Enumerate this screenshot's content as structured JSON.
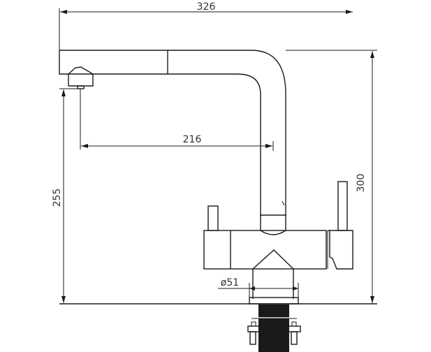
{
  "title": "Faucet dimension drawing",
  "dimensions": {
    "overall_width": "326",
    "spout_reach": "216",
    "overall_height": "300",
    "spout_height": "255",
    "base_diameter": "ø51"
  },
  "colors": {
    "line": "#1a1a1a",
    "text": "#333333",
    "background": "#ffffff"
  }
}
